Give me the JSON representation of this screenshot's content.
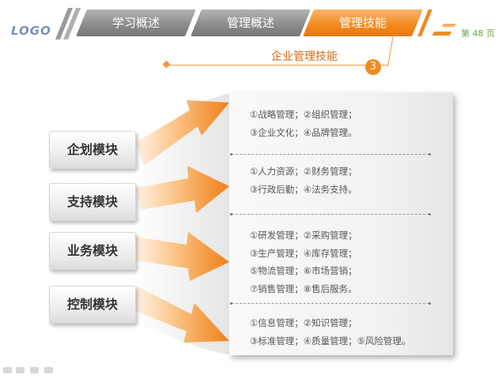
{
  "logo": "LOGO",
  "nav": {
    "tabs": [
      {
        "label": "学习概述",
        "active": false
      },
      {
        "label": "管理概述",
        "active": false
      },
      {
        "label": "管理技能",
        "active": true
      }
    ]
  },
  "page_number": "第 48 页",
  "section": {
    "title": "企业管理技能",
    "number": "3"
  },
  "modules": [
    {
      "label": "企划模块"
    },
    {
      "label": "支持模块"
    },
    {
      "label": "业务模块"
    },
    {
      "label": "控制模块"
    }
  ],
  "details": [
    {
      "lines": [
        "①战略管理；②组织管理；",
        "③企业文化；④品牌管理。"
      ]
    },
    {
      "lines": [
        "①人力资源；②财务管理；",
        "③行政后勤；④法务支持。"
      ]
    },
    {
      "lines": [
        "①研发管理；②采购管理；",
        "③生产管理；④库存管理；",
        "⑤物流管理；⑥市场营销；",
        "⑦销售管理；⑧售后服务。"
      ]
    },
    {
      "lines": [
        "①信息管理；②知识管理；",
        "③标准管理；④质量管理；⑤风险管理。"
      ]
    }
  ],
  "colors": {
    "accent": "#f08b22",
    "tab_grey": "#8a8a8a",
    "page_number": "#6fa24a"
  }
}
